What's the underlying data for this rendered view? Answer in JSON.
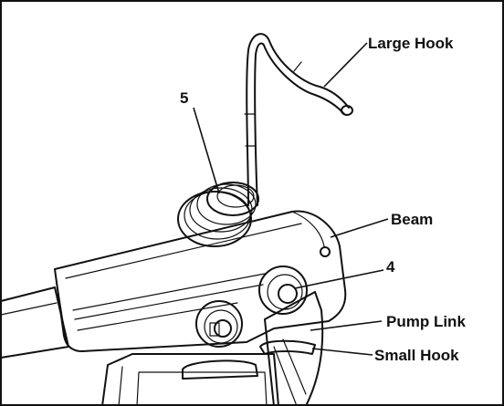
{
  "diagram": {
    "labels": {
      "large_hook": "Large Hook",
      "five": "5",
      "beam": "Beam",
      "four": "4",
      "pump_link": "Pump Link",
      "small_hook": "Small Hook"
    }
  }
}
